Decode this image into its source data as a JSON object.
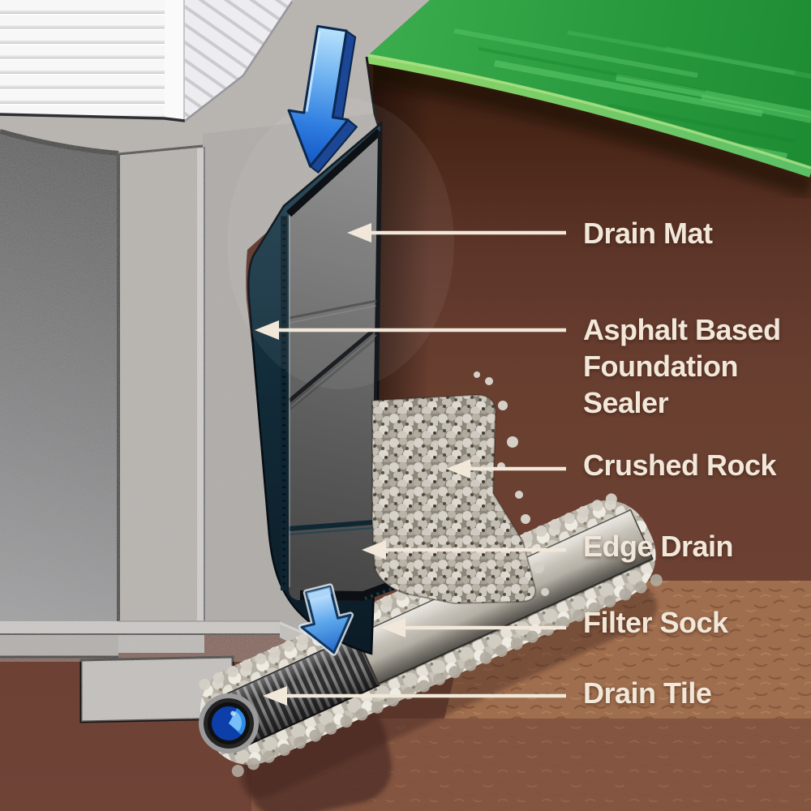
{
  "diagram": {
    "type": "cutaway-illustration",
    "subject": "Basement foundation exterior waterproofing and drainage system cross-section",
    "labels": {
      "drain_mat": "Drain Mat",
      "asphalt_sealer_lines": [
        "Asphalt Based",
        "Foundation",
        "Sealer"
      ],
      "crushed_rock": "Crushed Rock",
      "edge_drain": "Edge Drain",
      "filter_sock": "Filter Sock",
      "drain_tile": "Drain Tile"
    },
    "icons": {
      "top_arrow": "water-flow-down-arrow",
      "bottom_arrow": "water-flow-down-arrow"
    },
    "colors": {
      "label_text": "#f2e8da",
      "leader_line": "#f2e8da",
      "grass": "#2da147",
      "grass_edge_highlight": "#7ed57f",
      "soil_dark": "#6b4034",
      "soil_light": "#9f6e4e",
      "concrete": "#bdb8b3",
      "siding": "#f6f6f7",
      "sealer": "#16323e",
      "drain_mat": "#6a6a6a",
      "crushed_rock": "#cfc9bf",
      "water_arrow": "#2f7de0",
      "drain_pipe": "#3a3a3a",
      "filter_sock_fabric": "#cdc8be"
    }
  }
}
